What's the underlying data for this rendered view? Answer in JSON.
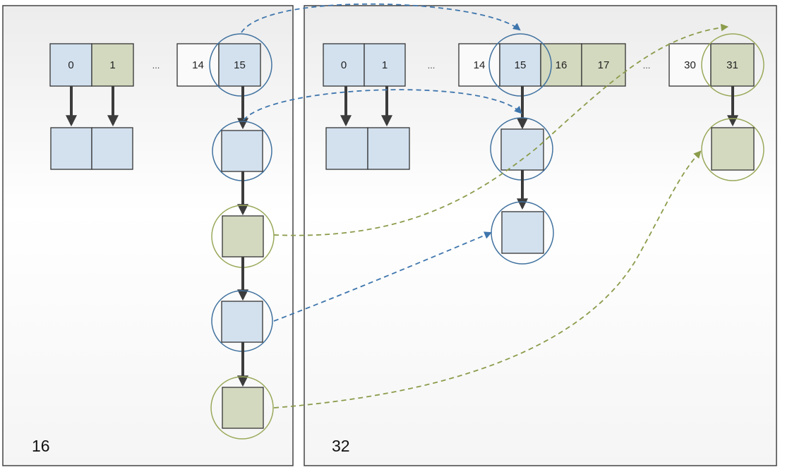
{
  "colors": {
    "blue_fill": "#d3e1ef",
    "green_fill": "#d3d9bf",
    "white_fill": "#fafafa",
    "blue_circle": "#41729f",
    "green_circle": "#99a95a",
    "blue_dash": "#3f76ad",
    "green_dash": "#8b9c4b",
    "solid_arrow": "#3c3c3c",
    "panel_border": "#444444"
  },
  "panels": [
    {
      "label": "16",
      "buckets": [
        {
          "text": "0",
          "fill": "blue"
        },
        {
          "text": "1",
          "fill": "green"
        },
        {
          "text": "...",
          "fill": "none"
        },
        {
          "text": "14",
          "fill": "white"
        },
        {
          "text": "15",
          "fill": "blue"
        }
      ]
    },
    {
      "label": "32",
      "buckets": [
        {
          "text": "0",
          "fill": "blue"
        },
        {
          "text": "1",
          "fill": "blue"
        },
        {
          "text": "...",
          "fill": "none"
        },
        {
          "text": "14",
          "fill": "white"
        },
        {
          "text": "15",
          "fill": "blue"
        },
        {
          "text": "16",
          "fill": "green"
        },
        {
          "text": "17",
          "fill": "green"
        },
        {
          "text": "...",
          "fill": "none"
        },
        {
          "text": "30",
          "fill": "white"
        },
        {
          "text": "31",
          "fill": "green"
        }
      ]
    }
  ],
  "chains": [
    {
      "panel": "16",
      "bucket": "0",
      "nodes": [
        "blue",
        "blue"
      ],
      "paired": true
    },
    {
      "panel": "16",
      "bucket": "15",
      "nodes": [
        "blue",
        "green",
        "blue",
        "green"
      ]
    },
    {
      "panel": "32",
      "bucket": "0",
      "nodes": [
        "blue",
        "blue"
      ],
      "paired": true
    },
    {
      "panel": "32",
      "bucket": "15",
      "nodes": [
        "blue",
        "blue"
      ]
    },
    {
      "panel": "32",
      "bucket": "31",
      "nodes": [
        "green"
      ]
    }
  ],
  "relocations": [
    {
      "from": "16 bucket 15",
      "to": "32 bucket 15",
      "color": "blue"
    },
    {
      "from": "16 chain node 1",
      "to": "32 chain 15 node 1",
      "color": "blue"
    },
    {
      "from": "16 chain node 2",
      "to": "32 bucket 31",
      "color": "green"
    },
    {
      "from": "16 chain node 3",
      "to": "32 chain 15 node 2",
      "color": "blue"
    },
    {
      "from": "16 chain node 4",
      "to": "32 chain 31 node 1",
      "color": "green"
    }
  ]
}
